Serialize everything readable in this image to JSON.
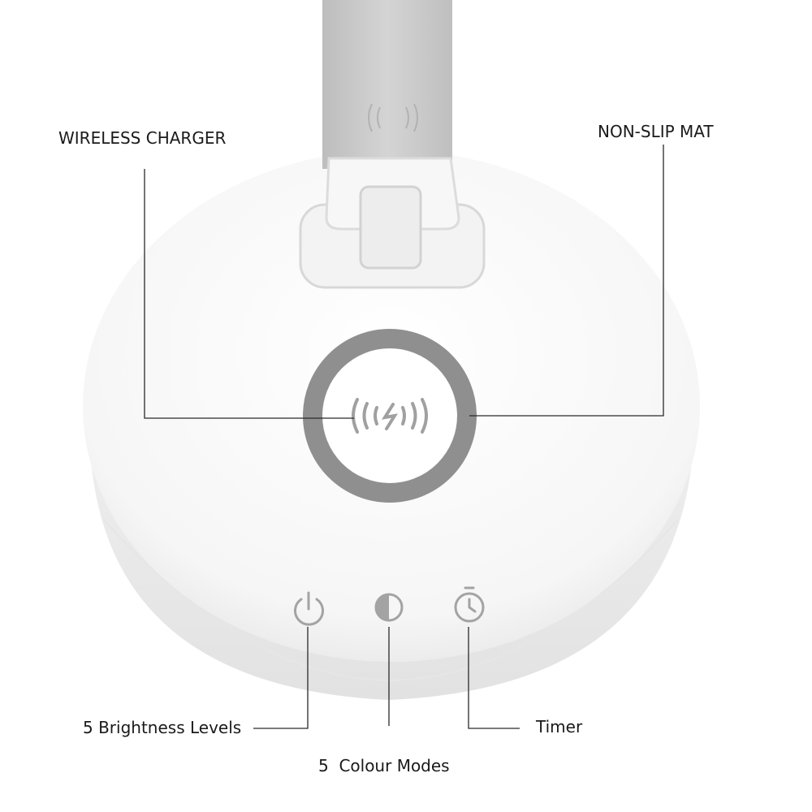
{
  "callouts": {
    "wireless_charger": "WIRELESS CHARGER",
    "non_slip_mat": "NON-SLIP MAT",
    "brightness": "5 Brightness Levels",
    "colour_modes": "5  Colour Modes",
    "timer": "Timer"
  },
  "icons": {
    "charging": "wireless-charging-icon",
    "power": "power-icon",
    "colour": "half-circle-contrast-icon",
    "timer": "stopwatch-icon"
  },
  "colors": {
    "ring": "#8f8f8f",
    "icon_stroke": "#9a9a9a",
    "leader": "#2a2a2a",
    "base": "#f9f9f9",
    "arm": "#c9c9c9"
  }
}
